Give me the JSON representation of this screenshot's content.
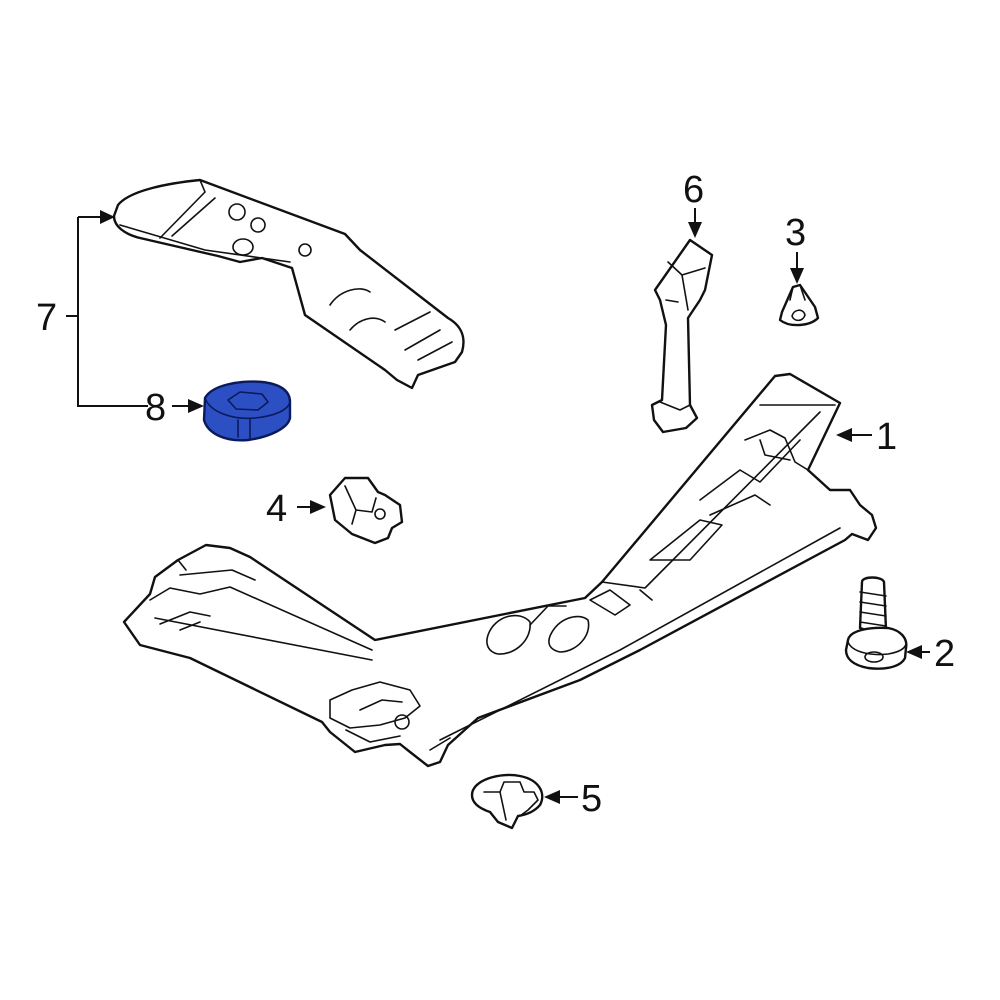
{
  "diagram": {
    "highlight_color": "#2d4fc4",
    "callouts": [
      {
        "id": "1",
        "label": "1",
        "part": "underbody-shield"
      },
      {
        "id": "2",
        "label": "2",
        "part": "flange-bolt"
      },
      {
        "id": "3",
        "label": "3",
        "part": "push-nut"
      },
      {
        "id": "4",
        "label": "4",
        "part": "clip-nut"
      },
      {
        "id": "5",
        "label": "5",
        "part": "push-rivet"
      },
      {
        "id": "6",
        "label": "6",
        "part": "bracket"
      },
      {
        "id": "7",
        "label": "7",
        "part": "heat-shield-assembly"
      },
      {
        "id": "8",
        "label": "8",
        "part": "insulator-pad"
      }
    ]
  }
}
